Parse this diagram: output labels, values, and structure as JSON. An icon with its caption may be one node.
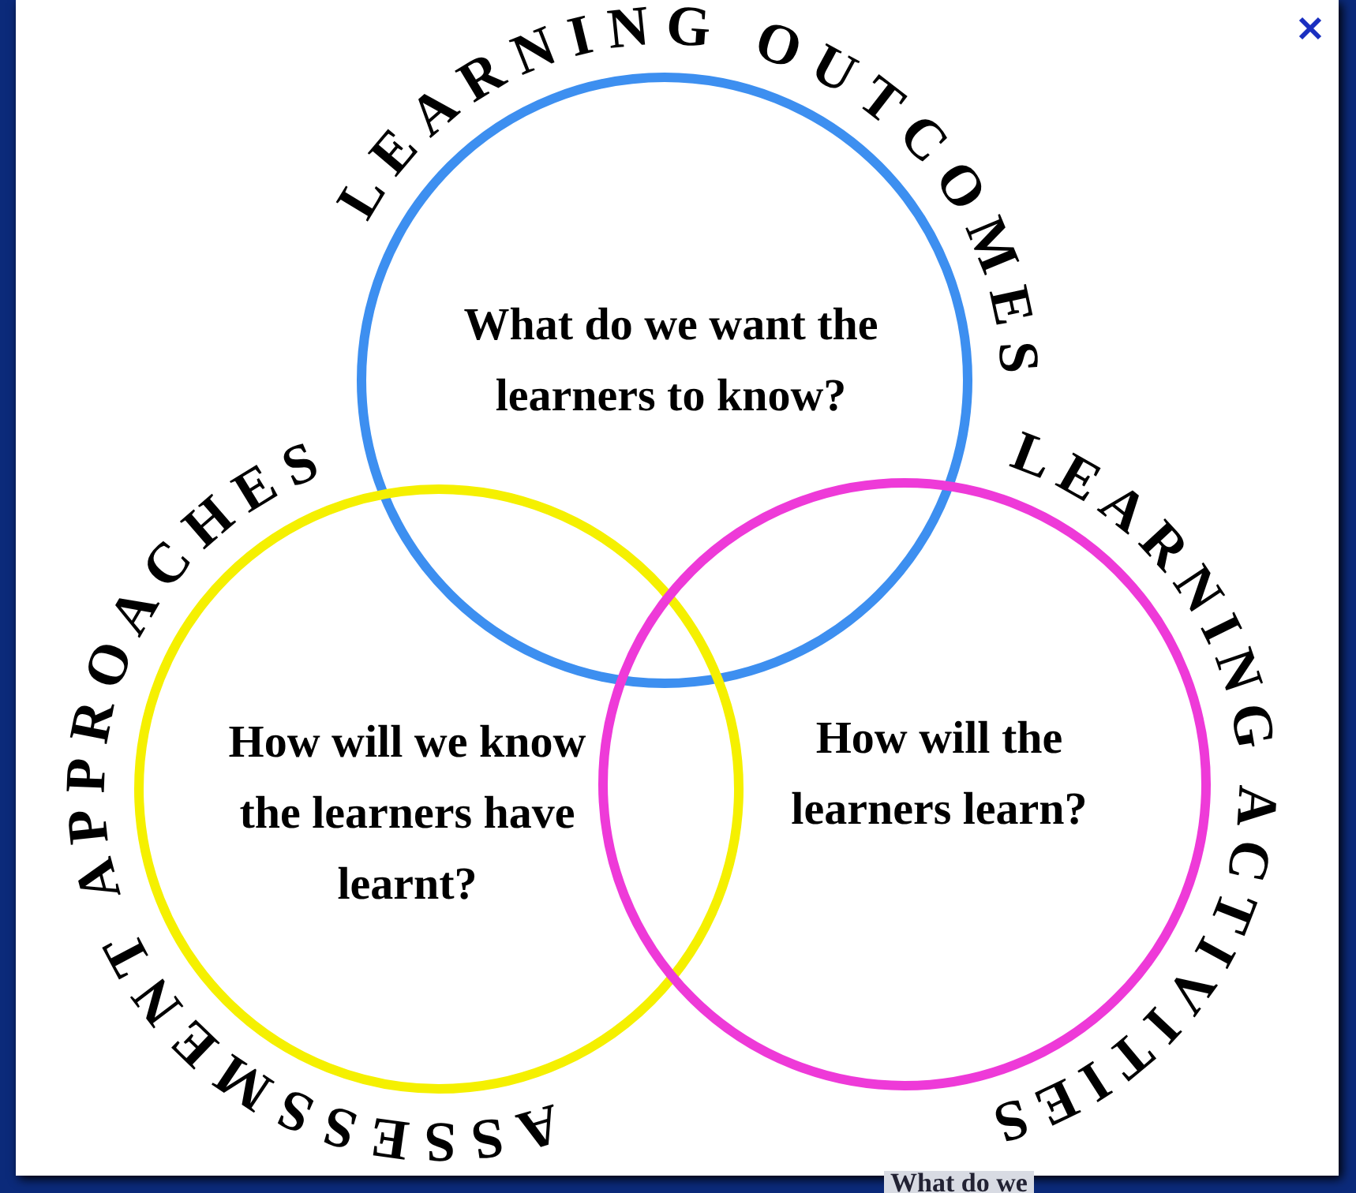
{
  "diagram": {
    "nodes": [
      {
        "text": [
          "LEARNING OUTCOMES",
          "What do we want the learners to know?"
        ]
      },
      {
        "text": [
          "ASSESSMENT APPROACHES",
          "How will we know the learners have learnt?"
        ]
      },
      {
        "text": [
          "LEARNING ACTIVITIES",
          "How will the learners learn?"
        ]
      }
    ],
    "labels": [
      "What do we"
    ]
  }
}
